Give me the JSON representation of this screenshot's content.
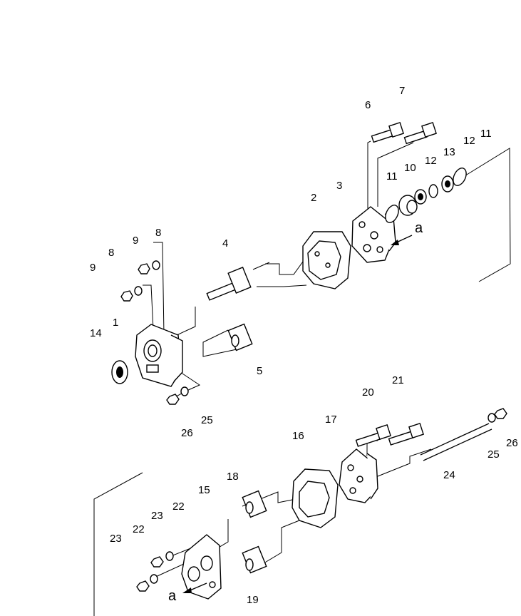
{
  "diagram": {
    "labels": {
      "p1": "1",
      "p2": "2",
      "p3": "3",
      "p4": "4",
      "p5": "5",
      "p6": "6",
      "p7": "7",
      "p8a": "8",
      "p8b": "8",
      "p9a": "9",
      "p9b": "9",
      "p10": "10",
      "p11a": "11",
      "p11b": "11",
      "p12a": "12",
      "p12b": "12",
      "p13": "13",
      "p14": "14",
      "p15": "15",
      "p16": "16",
      "p17": "17",
      "p18": "18",
      "p19": "19",
      "p20": "20",
      "p21": "21",
      "p22a": "22",
      "p22b": "22",
      "p23a": "23",
      "p23b": "23",
      "p24": "24",
      "p25a": "25",
      "p25b": "25",
      "p26a": "26",
      "p26b": "26"
    },
    "arrow_labels": {
      "a_upper": "a",
      "a_lower": "a"
    }
  }
}
